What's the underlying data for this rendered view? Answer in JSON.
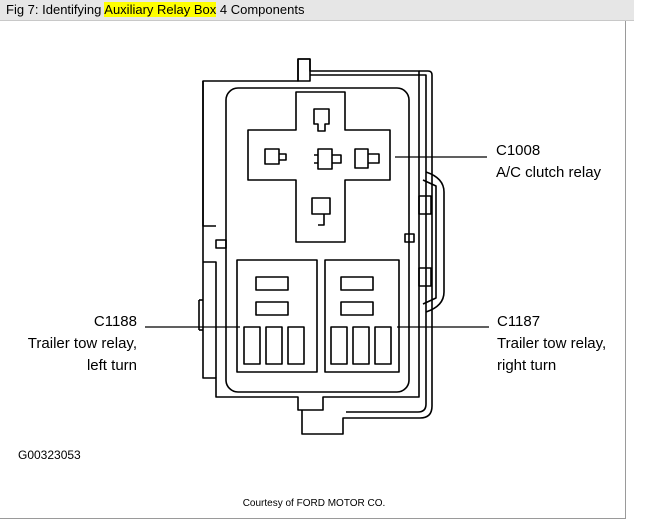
{
  "title": {
    "prefix": "Fig 7: Identifying ",
    "highlight": "Auxiliary Relay Box",
    "suffix": " 4 Components"
  },
  "callouts": {
    "c1008": {
      "code": "C1008",
      "description": "A/C clutch relay"
    },
    "c1188": {
      "code": "C1188",
      "description_line1": "Trailer tow relay,",
      "description_line2": "left turn"
    },
    "c1187": {
      "code": "C1187",
      "description_line1": "Trailer tow relay,",
      "description_line2": "right turn"
    }
  },
  "figure_id": "G00323053",
  "credit": "Courtesy of FORD MOTOR CO.",
  "colors": {
    "title_bg": "#e6e6e6",
    "highlight": "#ffff00",
    "line": "#000000"
  }
}
